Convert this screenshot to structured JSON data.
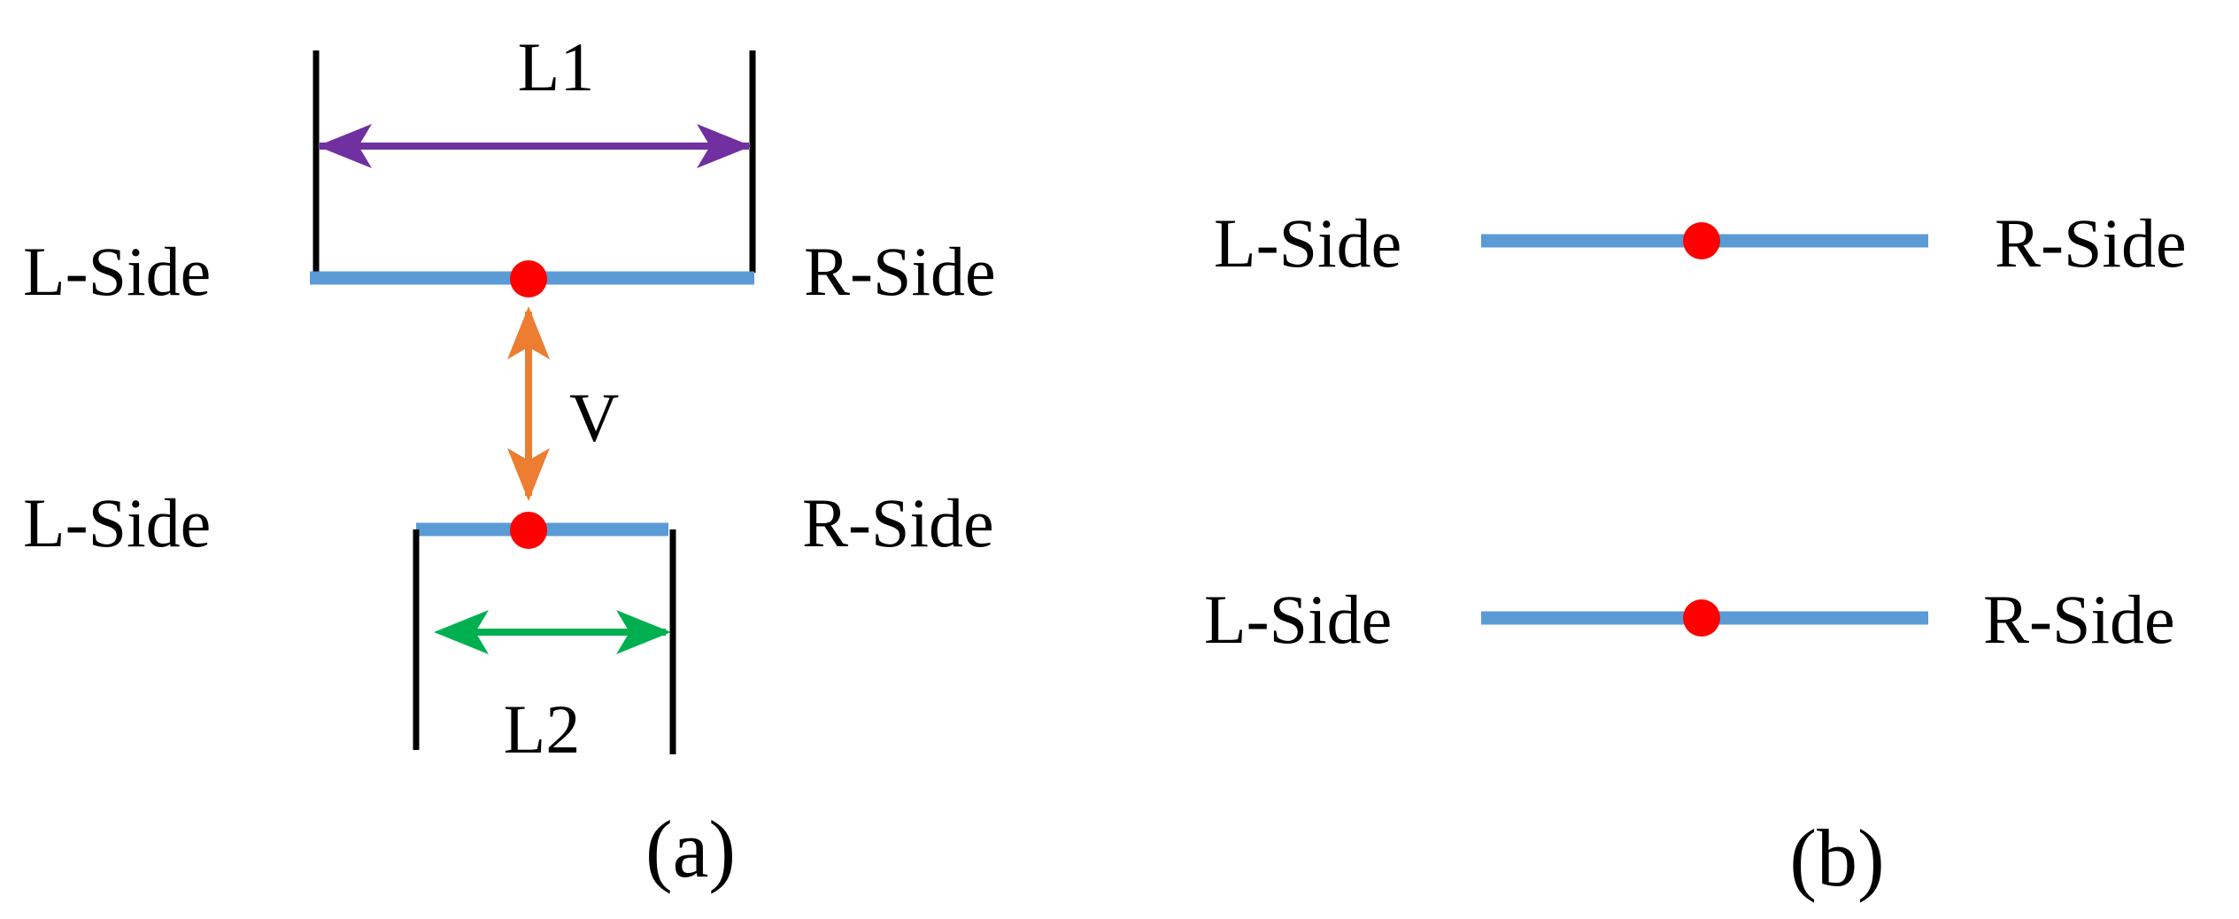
{
  "colors": {
    "bar": "#5b9bd5",
    "dot": "#ff0000",
    "l1_arrow": "#7030a0",
    "v_arrow": "#ed7d31",
    "l2_arrow": "#00b050",
    "wall": "#000000"
  },
  "panel_a": {
    "caption": "(a)",
    "l1_label": "L1",
    "v_label": "V",
    "l2_label": "L2",
    "top_left_label": "L-Side",
    "top_right_label": "R-Side",
    "bottom_left_label": "L-Side",
    "bottom_right_label": "R-Side"
  },
  "panel_b": {
    "caption": "(b)",
    "top_left_label": "L-Side",
    "top_right_label": "R-Side",
    "bottom_left_label": "L-Side",
    "bottom_right_label": "R-Side"
  }
}
